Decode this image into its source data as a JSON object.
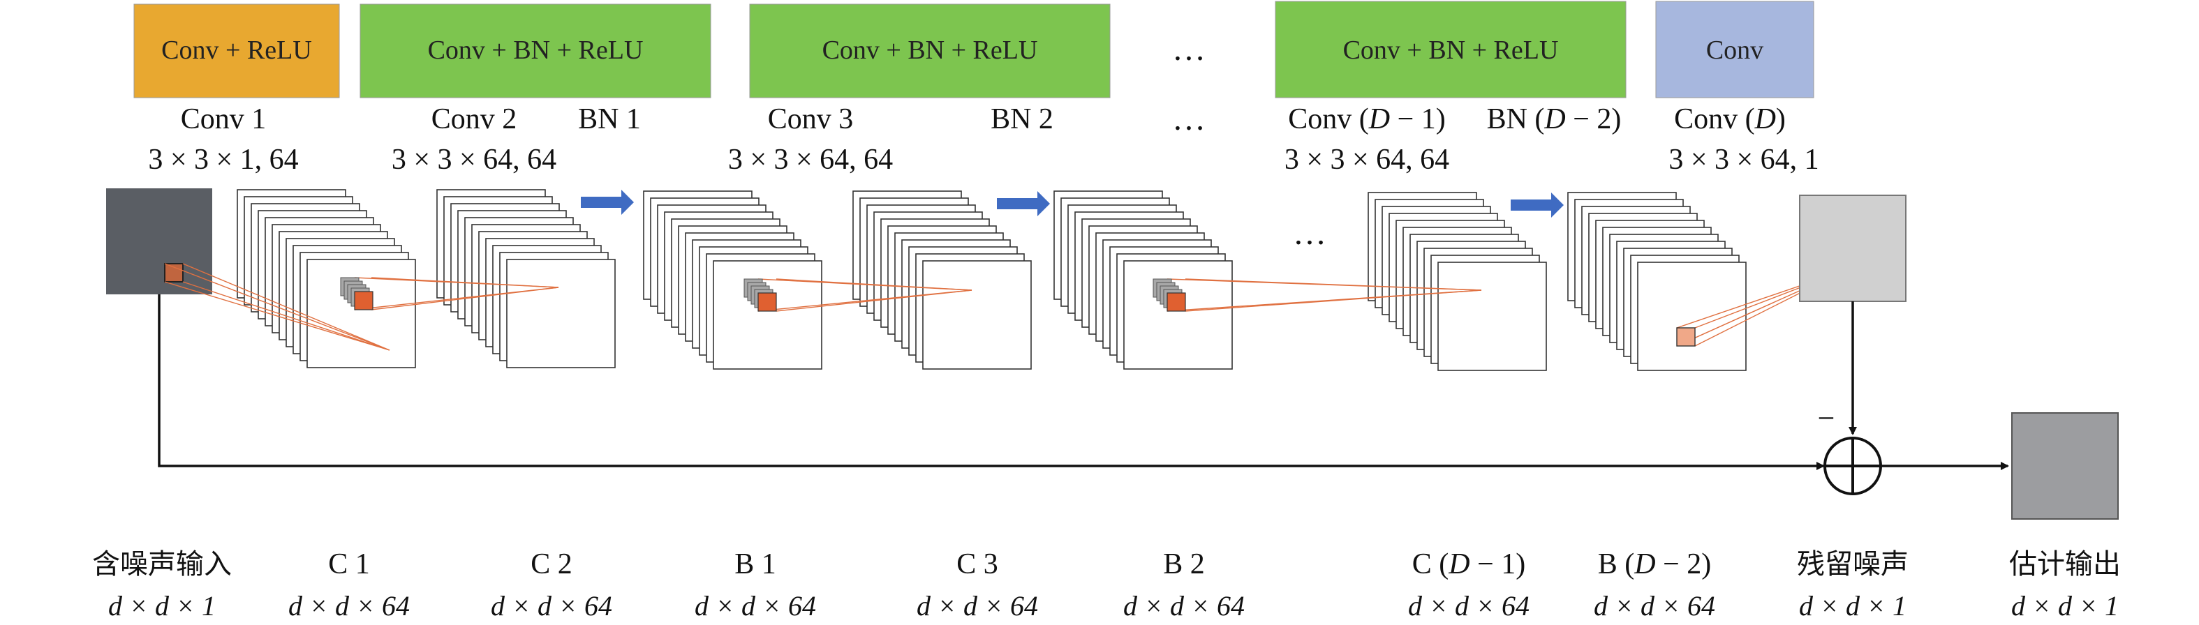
{
  "top_blocks": [
    {
      "label": "Conv + ReLU",
      "color": "#E8A830"
    },
    {
      "label": "Conv + BN + ReLU",
      "color": "#7DC54F"
    },
    {
      "label": "Conv + BN + ReLU",
      "color": "#7DC54F"
    },
    {
      "label": "Conv + BN + ReLU",
      "color": "#7DC54F"
    },
    {
      "label": "Conv",
      "color": "#A7B7DE"
    }
  ],
  "layer_names": {
    "conv1": "Conv 1",
    "conv2": "Conv 2",
    "bn1": "BN 1",
    "conv3": "Conv 3",
    "bn2": "BN 2",
    "convD1_pre": "Conv (",
    "convD1_var": "D",
    "convD1_post": " − 1)",
    "bnD2_pre": "BN (",
    "bnD2_var": "D",
    "bnD2_post": " − 2)",
    "convD_pre": "Conv (",
    "convD_var": "D",
    "convD_post": ")"
  },
  "kernel_specs": {
    "conv1": "3 × 3 × 1, 64",
    "conv2": "3 × 3 × 64, 64",
    "conv3": "3 × 3 × 64, 64",
    "convD1": "3 × 3 × 64, 64",
    "convD": "3 × 3 × 64, 1"
  },
  "ellipsis": "…",
  "minus_sign": "−",
  "bottom_labels": [
    {
      "name": "含噪声输入",
      "dims": "d × d × 1",
      "cn": true
    },
    {
      "name": "C 1",
      "dims": "d × d × 64"
    },
    {
      "name": "C 2",
      "dims": "d × d × 64"
    },
    {
      "name": "B 1",
      "dims": "d × d × 64"
    },
    {
      "name": "C 3",
      "dims": "d × d × 64"
    },
    {
      "name": "B 2",
      "dims": "d × d × 64"
    },
    {
      "name_pre": "C (",
      "name_var": "D",
      "name_post": " − 1)",
      "dims": "d × d × 64"
    },
    {
      "name_pre": "B (",
      "name_var": "D",
      "name_post": " − 2)",
      "dims": "d × d × 64"
    },
    {
      "name": "残留噪声",
      "dims": "d × d × 1",
      "cn": true
    },
    {
      "name": "估计输出",
      "dims": "d × d × 1",
      "cn": true
    }
  ],
  "colors": {
    "input_image": "#5A5E64",
    "residual_noise": "#D0D0D0",
    "estimated_output": "#9C9DA0",
    "kernel_orange": "#E06030",
    "kernel_light": "#F0A888",
    "arrow_blue": "#3F6BC2",
    "line": "#111111"
  }
}
